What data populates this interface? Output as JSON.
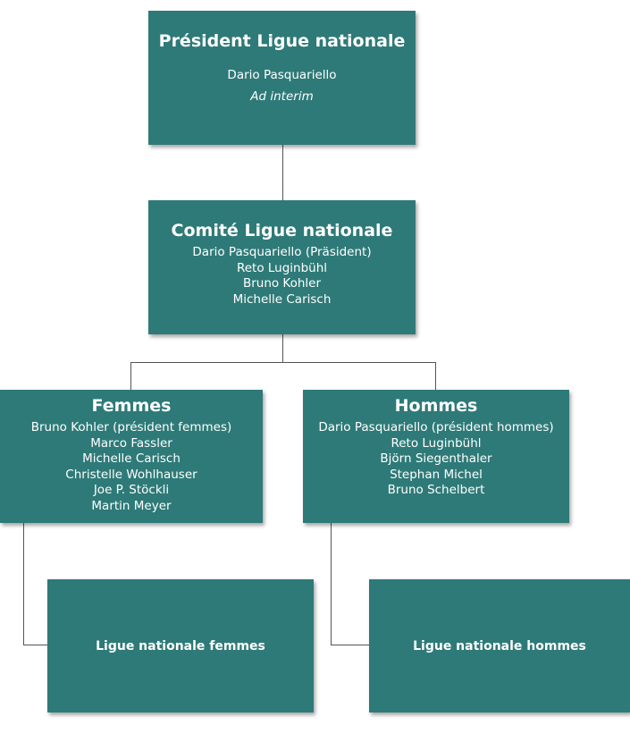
{
  "president": {
    "title": "Président Ligue nationale",
    "name": "Dario Pasquariello",
    "note": "Ad interim"
  },
  "comite": {
    "title": "Comité Ligue nationale",
    "members": [
      "Dario Pasquariello (Präsident)",
      "Reto Luginbühl",
      "Bruno Kohler",
      "Michelle Carisch"
    ]
  },
  "femmes": {
    "title": "Femmes",
    "members": [
      "Bruno Kohler (président femmes)",
      "Marco Fassler",
      "Michelle Carisch",
      "Christelle Wohlhauser",
      "Joe P. Stöckli",
      "Martin Meyer"
    ]
  },
  "hommes": {
    "title": "Hommes",
    "members": [
      "Dario Pasquariello (président hommes)",
      "Reto Luginbühl",
      "Björn Siegenthaler",
      "Stephan Michel",
      "Bruno Schelbert"
    ]
  },
  "ligue_femmes": {
    "label": "Ligue nationale femmes"
  },
  "ligue_hommes": {
    "label": "Ligue nationale hommes"
  },
  "colors": {
    "box": "#2e7a78",
    "text": "#ffffff",
    "connector": "#555555"
  }
}
